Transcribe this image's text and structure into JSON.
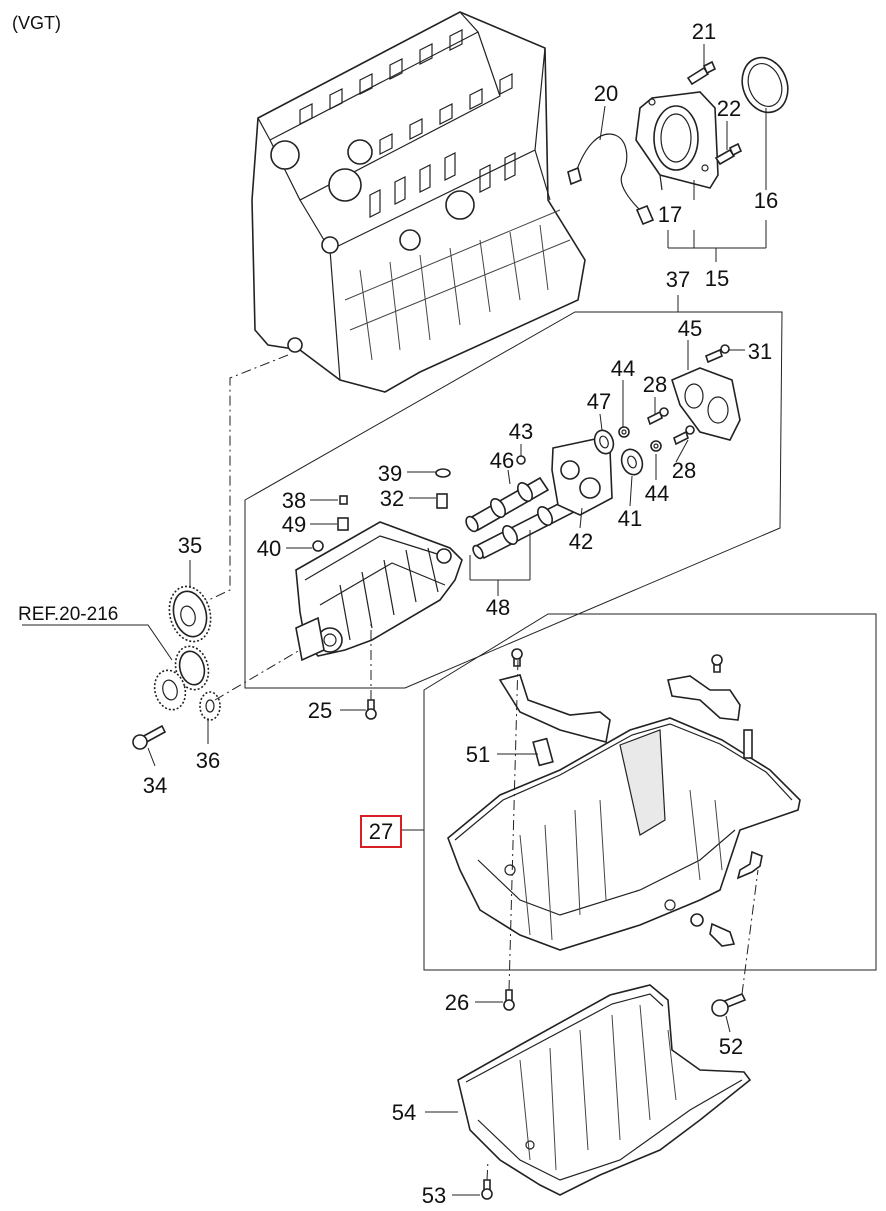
{
  "variant_label": "(VGT)",
  "reference": "REF.20-216",
  "highlight_color": "#d81f26",
  "highlighted_part": "27",
  "callouts": {
    "p21": "21",
    "p20": "20",
    "p22": "22",
    "p16": "16",
    "p17": "17",
    "p15": "15",
    "p37": "37",
    "p45": "45",
    "p31": "31",
    "p44a": "44",
    "p28a": "28",
    "p47": "47",
    "p43": "43",
    "p28b": "28",
    "p46": "46",
    "p39": "39",
    "p38": "38",
    "p32": "32",
    "p44b": "44",
    "p49": "49",
    "p41": "41",
    "p42": "42",
    "p35": "35",
    "p40": "40",
    "p48": "48",
    "p25": "25",
    "p51": "51",
    "p27": "27",
    "p34": "34",
    "p36": "36",
    "p26": "26",
    "p52": "52",
    "p54": "54",
    "p53": "53"
  }
}
